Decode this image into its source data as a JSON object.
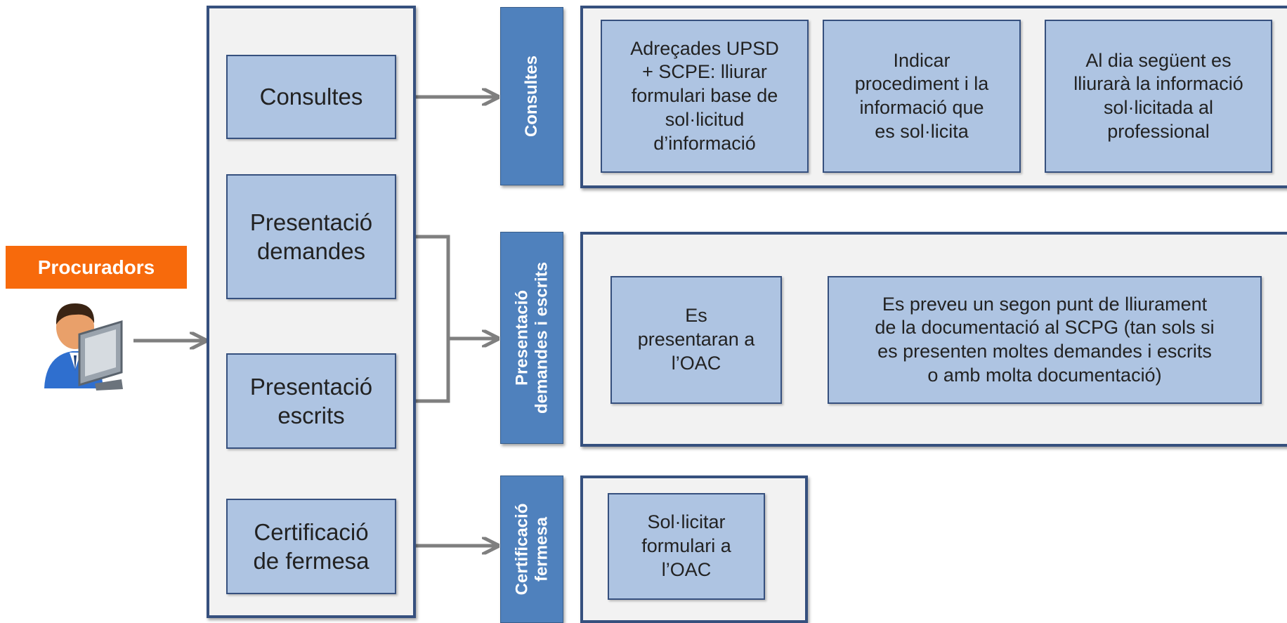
{
  "actor": {
    "label": "Procuradors",
    "icon": "user-computer-icon"
  },
  "left_boxes": {
    "consultes": [
      "Consultes"
    ],
    "demandes": [
      "Presentació",
      "demandes"
    ],
    "escrits": [
      "Presentació",
      "escrits"
    ],
    "fermesa": [
      "Certificació",
      "de fermesa"
    ]
  },
  "tabs": {
    "consultes": [
      "Consultes"
    ],
    "presentacio": [
      "Presentació",
      "demandes i escrits"
    ],
    "certificacio": [
      "Certificació",
      "fermesa"
    ]
  },
  "consultes_steps": [
    [
      "Adreçades UPSD",
      "+ SCPE: lliurar",
      "formulari base de",
      "sol·licitud",
      "d’informació"
    ],
    [
      "Indicar",
      "procediment i la",
      "informació que",
      "es sol·licita"
    ],
    [
      "Al dia següent es",
      "lliurarà la informació",
      "sol·licitada al",
      "professional"
    ]
  ],
  "presentacio_steps": [
    [
      "Es",
      "presentaran a",
      "l’OAC"
    ],
    [
      "Es preveu un segon punt de lliurament",
      "de la documentació al SCPG (tan sols si",
      "es presenten moltes demandes i escrits",
      "o amb molta documentació)"
    ]
  ],
  "certificacio_steps": [
    [
      "Sol·licitar",
      "formulari a",
      "l’OAC"
    ]
  ],
  "colors": {
    "orange": "#f76a0c",
    "tab_blue": "#4f81bd",
    "border_navy": "#36507e",
    "box_fill": "#aec4e2",
    "panel_fill": "#f2f2f2",
    "arrow_gray": "#7f7f7f"
  }
}
